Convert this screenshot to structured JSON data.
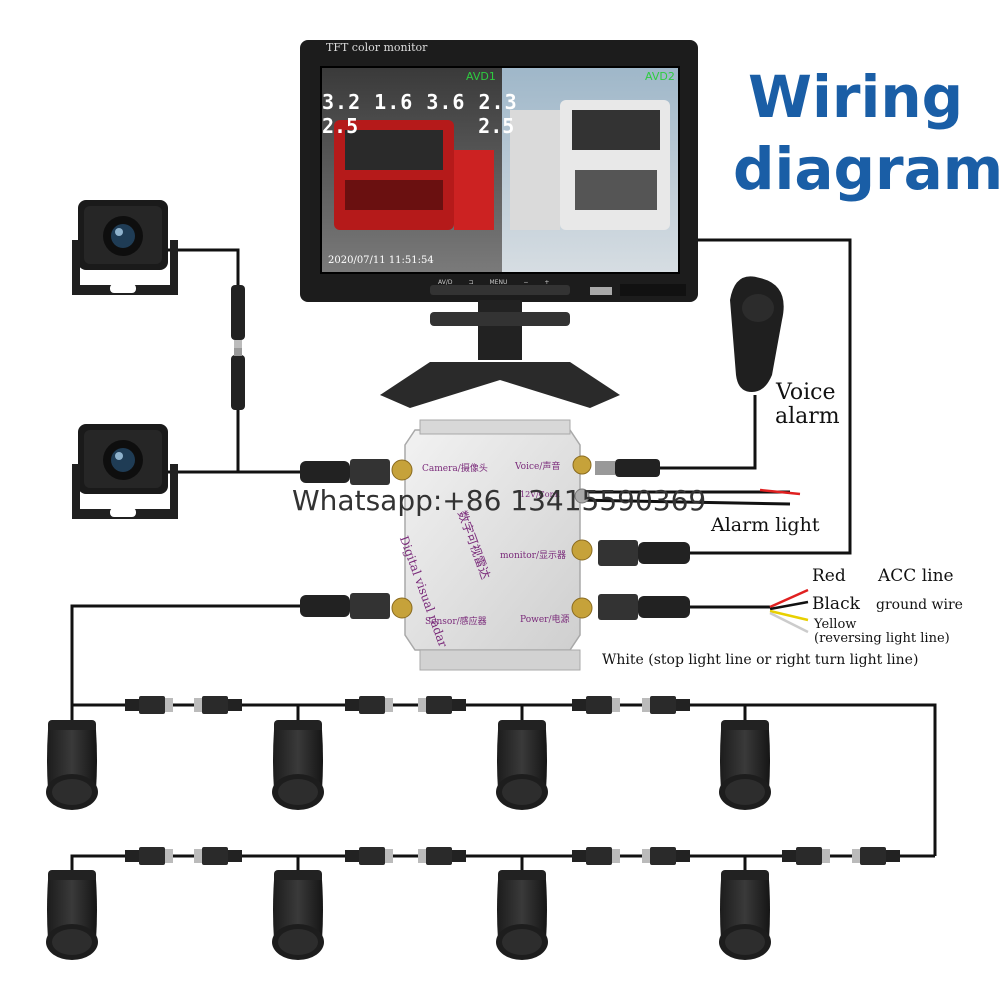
{
  "title_line1": "Wiring",
  "title_line2": "diagram",
  "monitor": {
    "brand_text": "TFT color monitor",
    "ch1": "AVD1",
    "ch2": "AVD2",
    "readout_row1": "3.2 1.6 3.6 2.3",
    "readout_row2": "2.5 2.5",
    "timestamp": "2020/07/11  11:51:54",
    "buttons": [
      "AV/D",
      "⊐",
      "MENU",
      "−",
      "+"
    ]
  },
  "control_box": {
    "port_camera": "Camera/摄像头",
    "port_voice": "Voice/声音",
    "port_12v": "12V/Conn",
    "port_monitor": "monitor/显示器",
    "port_sensor": "Sensor/感应器",
    "port_power": "Power/电源",
    "label_en": "Digital visual radar",
    "label_cn": "数字可视雷达"
  },
  "labels": {
    "voice_alarm_1": "Voice",
    "voice_alarm_2": "alarm",
    "alarm_light": "Alarm light",
    "red": "Red",
    "acc_line": "ACC line",
    "black": "Black",
    "ground_wire": "ground wire",
    "yellow": "Yellow",
    "reversing": "(reversing light line)",
    "white": "White (stop light line or right turn light line)"
  },
  "watermark": "Whatsapp:+86 13415590369",
  "colors": {
    "title": "#1a5ea6",
    "wire": "#111111",
    "red_wire": "#e02020",
    "yellow_wire": "#e8d000",
    "box": "#e4e4e4"
  }
}
